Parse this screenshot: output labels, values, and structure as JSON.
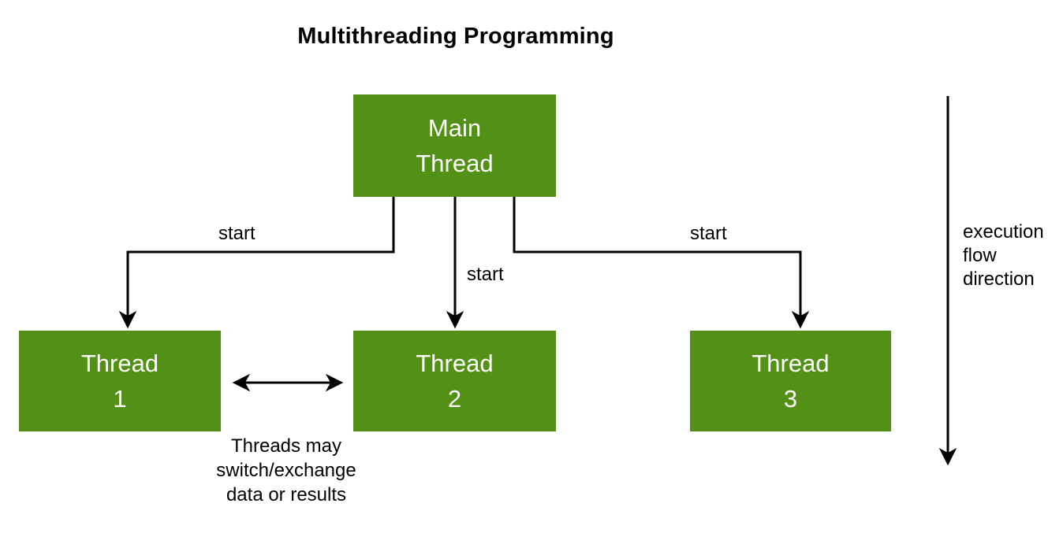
{
  "diagram": {
    "title": "Multithreading Programming",
    "nodes": [
      {
        "id": "main-thread",
        "label": "Main\nThread"
      },
      {
        "id": "thread-1",
        "label": "Thread\n1"
      },
      {
        "id": "thread-2",
        "label": "Thread\n2"
      },
      {
        "id": "thread-3",
        "label": "Thread\n3"
      }
    ],
    "edges": [
      {
        "from": "main-thread",
        "to": "thread-1",
        "label": "start",
        "bidirectional": false
      },
      {
        "from": "main-thread",
        "to": "thread-2",
        "label": "start",
        "bidirectional": false
      },
      {
        "from": "main-thread",
        "to": "thread-3",
        "label": "start",
        "bidirectional": false
      },
      {
        "from": "thread-1",
        "to": "thread-2",
        "label": "Threads may\nswitch/exchange\ndata or results",
        "bidirectional": true
      }
    ],
    "annotations": [
      {
        "id": "execution-flow",
        "label": "execution\nflow\ndirection"
      }
    ],
    "colors": {
      "node_fill": "#529116",
      "node_text": "#ffffff",
      "line": "#000000",
      "title_text": "#000000",
      "background": "#ffffff"
    }
  }
}
